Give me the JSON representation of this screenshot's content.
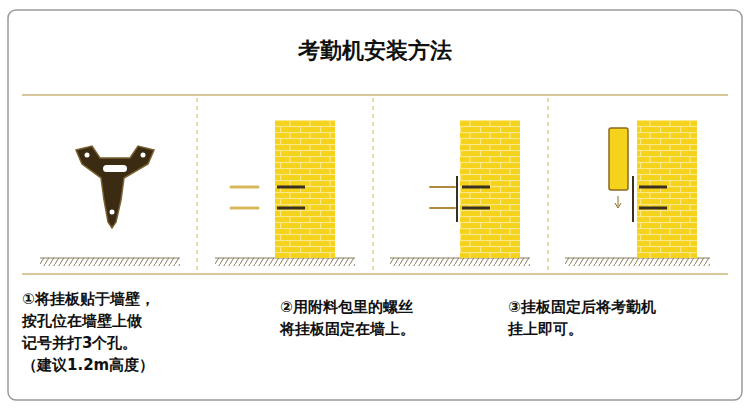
{
  "diagram": {
    "title": "考勤机安装方法",
    "labels": [
      "①将挂板贴于墙壁， 按孔位在墙壁上做 记号并打3个孔。 （建议1.2m高度）",
      "②用附料包里的螺丝 将挂板固定在墙上。",
      "③挂板固定后将考勤机 挂上即可。"
    ]
  }
}
